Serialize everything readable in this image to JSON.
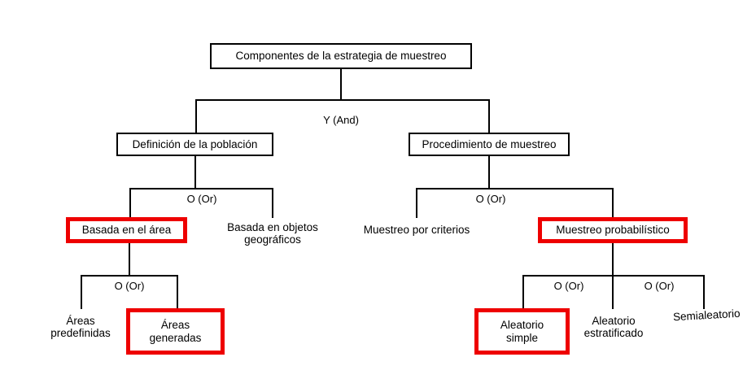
{
  "diagram": {
    "title_node": "Componentes de la estrategia de muestreo",
    "operators": {
      "and_root": "Y (And)",
      "or_left": "O (Or)",
      "or_right": "O (Or)",
      "or_left_deep": "O (Or)",
      "or_right_deep_a": "O (Or)",
      "or_right_deep_b": "O (Or)"
    },
    "level2": {
      "left": "Definición de la población",
      "right": "Procedimiento de muestreo"
    },
    "level3": {
      "left_a": "Basada en el área",
      "left_b": "Basada en objetos\ngeográficos",
      "right_a": "Muestreo por criterios",
      "right_b": "Muestreo probabilístico"
    },
    "level4": {
      "left_a": "Áreas\npredefinidas",
      "left_b": "Áreas\ngeneradas",
      "right_a": "Aleatorio\nsimple",
      "right_b": "Aleatorio\nestratificado",
      "right_c": "Semialeatorio"
    },
    "colors": {
      "highlight": "#ee0000",
      "line": "#000000",
      "background": "#ffffff",
      "text": "#000000"
    },
    "highlighted_nodes": [
      "Basada en el área",
      "Áreas generadas",
      "Muestreo probabilístico",
      "Aleatorio simple"
    ]
  }
}
